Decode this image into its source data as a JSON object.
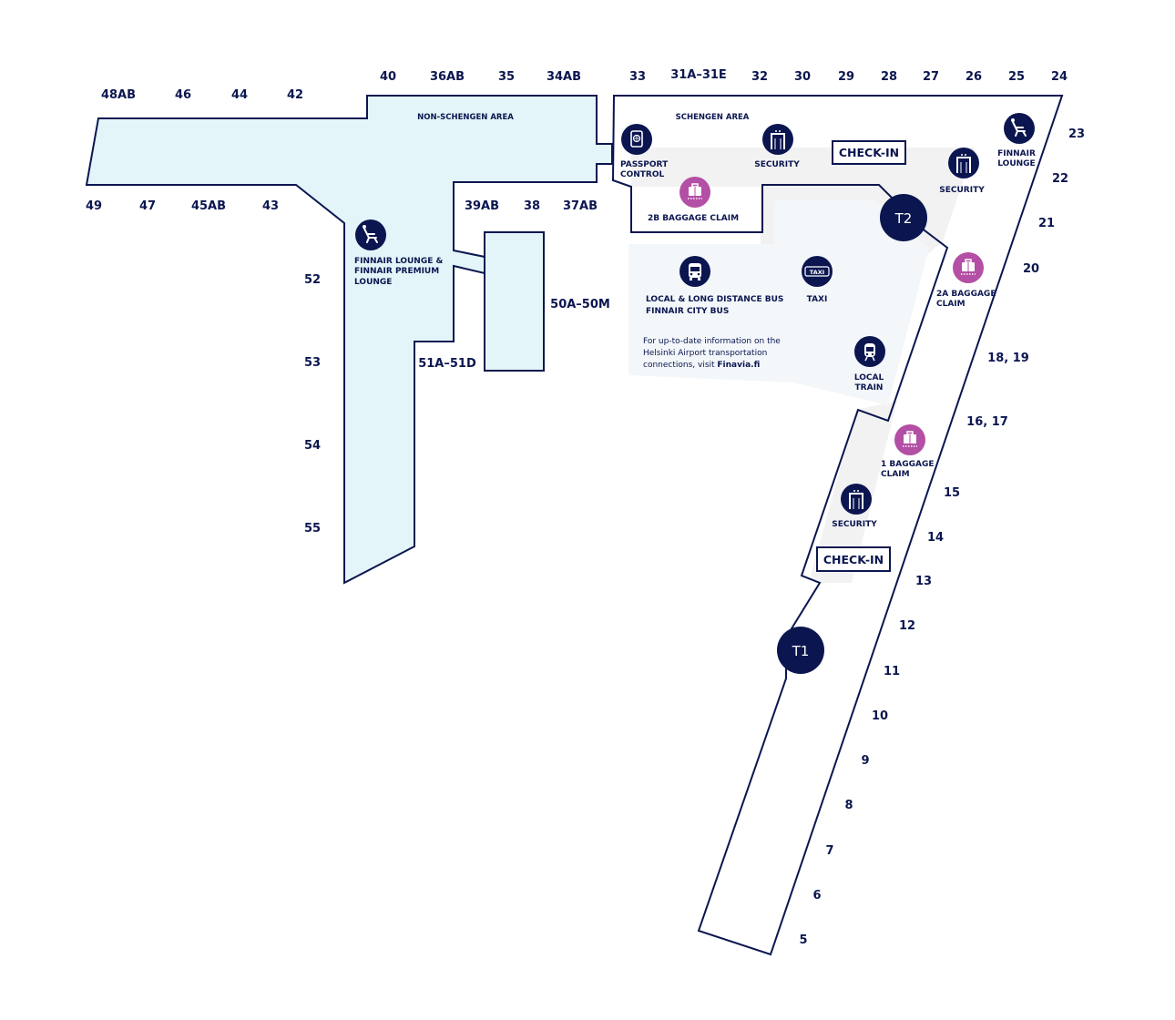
{
  "colors": {
    "outline": "#0b1650",
    "non_schengen_fill": "#e3f5f8",
    "schengen_fill": "#ffffff",
    "landside_fill": "#f2f2f2",
    "transport_fill": "#f3f7fa",
    "icon_navy": "#0b1650",
    "icon_baggage": "#b34fa4"
  },
  "areas": {
    "non_schengen": "NON-SCHENGEN AREA",
    "schengen": "SCHENGEN AREA"
  },
  "gates": {
    "non_schengen_top": [
      "48AB",
      "46",
      "44",
      "42",
      "40",
      "36AB",
      "35",
      "34AB"
    ],
    "non_schengen_bottom": [
      "49",
      "47",
      "45AB",
      "43",
      "39AB",
      "38",
      "37AB"
    ],
    "non_schengen_side": [
      "52",
      "53",
      "54",
      "55"
    ],
    "remote": [
      "51A–51D",
      "50A–50M"
    ],
    "schengen_top": [
      "33",
      "31A–31E",
      "32",
      "30",
      "29",
      "28",
      "27",
      "26",
      "25",
      "24"
    ],
    "schengen_right": [
      "23",
      "22",
      "21",
      "20",
      "18, 19",
      "16, 17",
      "15",
      "14",
      "13",
      "12",
      "11",
      "10",
      "9",
      "8",
      "7",
      "6",
      "5"
    ]
  },
  "terminals": [
    "T2",
    "T1"
  ],
  "checkin": [
    "CHECK-IN",
    "CHECK-IN"
  ],
  "services": {
    "lounge_main": [
      "FINNAIR LOUNGE &",
      "FINNAIR PREMIUM",
      "LOUNGE"
    ],
    "lounge_schengen": [
      "FINNAIR",
      "LOUNGE"
    ],
    "passport": [
      "PASSPORT",
      "CONTROL"
    ],
    "security_label": "SECURITY",
    "baggage_2b": "2B BAGGAGE CLAIM",
    "baggage_2a": [
      "2A BAGGAGE",
      "CLAIM"
    ],
    "baggage_1": [
      "1 BAGGAGE",
      "CLAIM"
    ],
    "bus": [
      "LOCAL & LONG DISTANCE BUS",
      "FINNAIR CITY BUS"
    ],
    "taxi": "TAXI",
    "taxi_sign": "TAXI",
    "train": [
      "LOCAL",
      "TRAIN"
    ]
  },
  "info_text": {
    "line1": "For up-to-date information on the",
    "line2": "Helsinki Airport transportation",
    "line3_prefix": "connections, visit ",
    "line3_link": "Finavia.fi"
  },
  "icons": [
    "lounge-icon",
    "passport-icon",
    "security-icon",
    "baggage-icon",
    "bus-icon",
    "taxi-icon",
    "train-icon"
  ]
}
